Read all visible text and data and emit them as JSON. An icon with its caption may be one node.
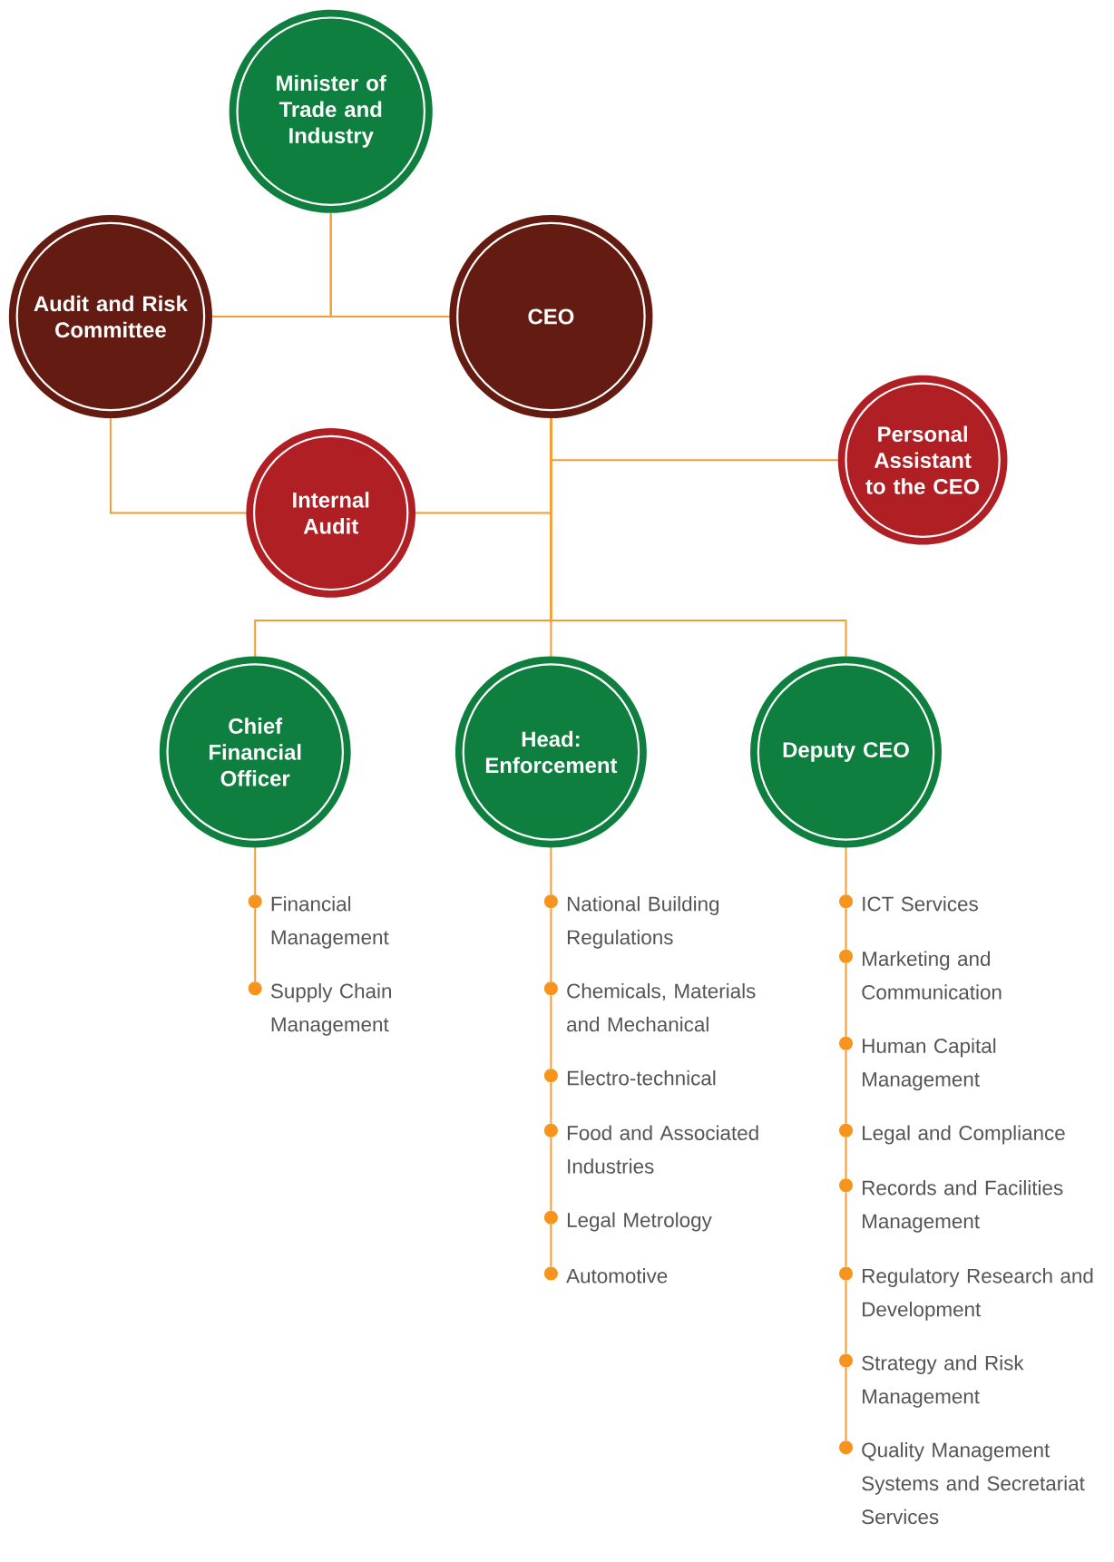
{
  "diagram": {
    "nodes": [
      {
        "text": [
          "Minister of Trade and Industry"
        ]
      },
      {
        "text": [
          "Audit and Risk Committee"
        ]
      },
      {
        "text": [
          "CEO"
        ]
      },
      {
        "text": [
          "Personal Assistant to the CEO"
        ]
      },
      {
        "text": [
          "Internal Audit"
        ]
      },
      {
        "text": [
          "Chief Financial Officer"
        ]
      },
      {
        "text": [
          "Head: Enforcement"
        ]
      },
      {
        "text": [
          "Deputy CEO"
        ]
      },
      {
        "text": [
          "Financial Management"
        ]
      },
      {
        "text": [
          "Supply Chain Management"
        ]
      },
      {
        "text": [
          "National Building Regulations"
        ]
      },
      {
        "text": [
          "Chemicals, Materials and Mechanical"
        ]
      },
      {
        "text": [
          "Electro-technical"
        ]
      },
      {
        "text": [
          "Food and Associated Industries"
        ]
      },
      {
        "text": [
          "Legal Metrology"
        ]
      },
      {
        "text": [
          "Automotive"
        ]
      },
      {
        "text": [
          "ICT Services"
        ]
      },
      {
        "text": [
          "Marketing and Communication"
        ]
      },
      {
        "text": [
          "Human Capital Management"
        ]
      },
      {
        "text": [
          "Legal and Compliance"
        ]
      },
      {
        "text": [
          "Records and Facilities Management"
        ]
      },
      {
        "text": [
          "Regulatory Research and Development"
        ]
      },
      {
        "text": [
          "Strategy and Risk Management"
        ]
      },
      {
        "text": [
          "Quality Management Systems and Secretariat Services"
        ]
      }
    ],
    "edges": [
      {
        "from": 0,
        "to": 1,
        "arrow": "none"
      },
      {
        "from": 0,
        "to": 2,
        "arrow": "none"
      },
      {
        "from": 1,
        "to": 4,
        "arrow": "none"
      },
      {
        "from": 2,
        "to": 4,
        "arrow": "none"
      },
      {
        "from": 2,
        "to": 3,
        "arrow": "none"
      },
      {
        "from": 2,
        "to": 5,
        "arrow": "none"
      },
      {
        "from": 2,
        "to": 6,
        "arrow": "none"
      },
      {
        "from": 2,
        "to": 7,
        "arrow": "none"
      },
      {
        "from": 5,
        "to": 8,
        "arrow": "none"
      },
      {
        "from": 8,
        "to": 9,
        "arrow": "none"
      },
      {
        "from": 6,
        "to": 10,
        "arrow": "none"
      },
      {
        "from": 10,
        "to": 11,
        "arrow": "none"
      },
      {
        "from": 11,
        "to": 12,
        "arrow": "none"
      },
      {
        "from": 12,
        "to": 13,
        "arrow": "none"
      },
      {
        "from": 13,
        "to": 14,
        "arrow": "none"
      },
      {
        "from": 14,
        "to": 15,
        "arrow": "none"
      },
      {
        "from": 7,
        "to": 16,
        "arrow": "none"
      },
      {
        "from": 16,
        "to": 17,
        "arrow": "none"
      },
      {
        "from": 17,
        "to": 18,
        "arrow": "none"
      },
      {
        "from": 18,
        "to": 19,
        "arrow": "none"
      },
      {
        "from": 19,
        "to": 20,
        "arrow": "none"
      },
      {
        "from": 20,
        "to": 21,
        "arrow": "none"
      },
      {
        "from": 21,
        "to": 22,
        "arrow": "none"
      },
      {
        "from": 22,
        "to": 23,
        "arrow": "none"
      }
    ]
  }
}
